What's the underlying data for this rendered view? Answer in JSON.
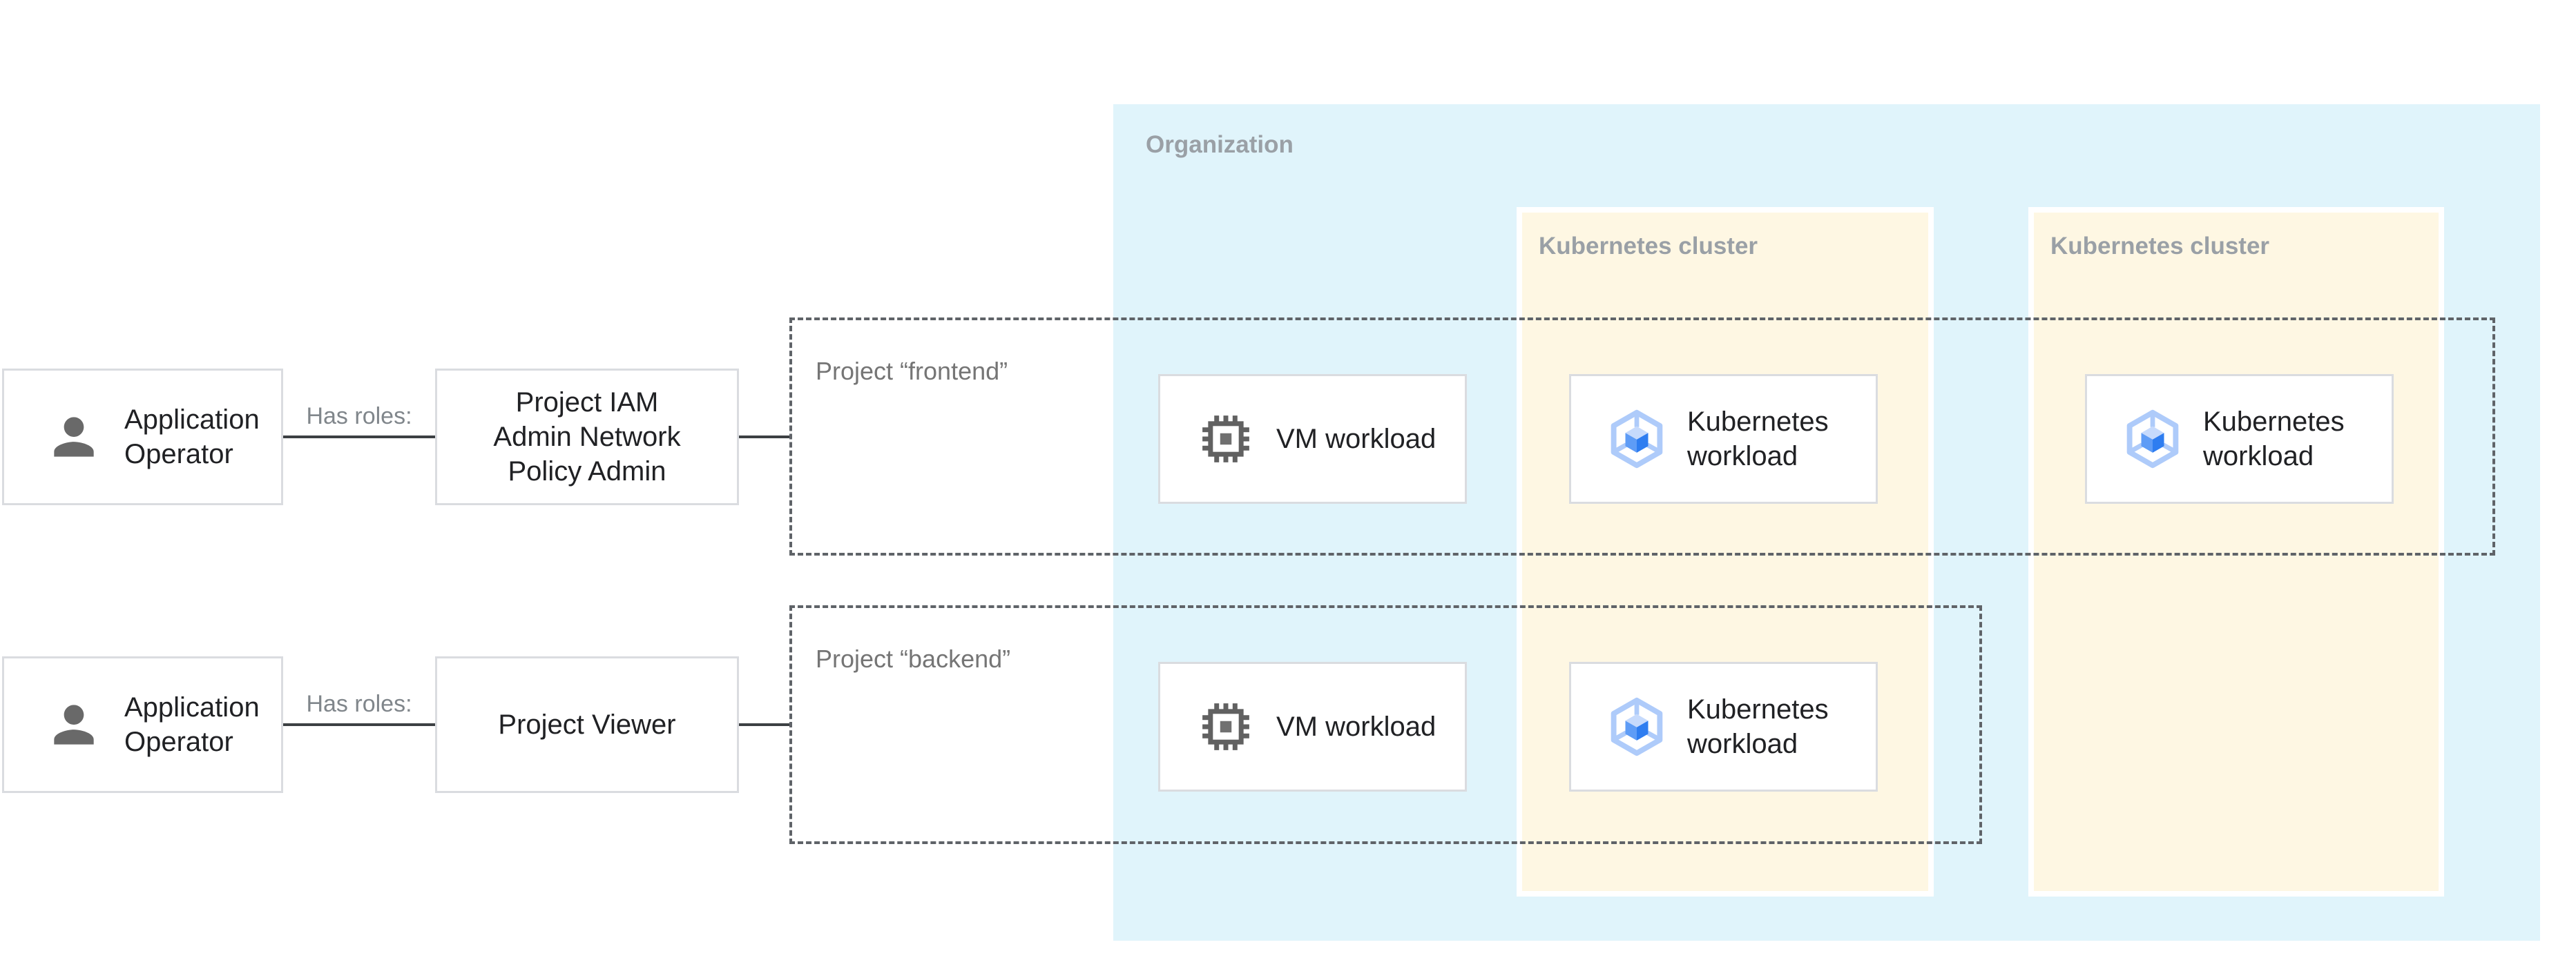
{
  "diagram": {
    "organization": {
      "label": "Organization"
    },
    "clusters": [
      {
        "label": "Kubernetes cluster"
      },
      {
        "label": "Kubernetes cluster"
      }
    ],
    "projects": [
      {
        "label": "Project “frontend”"
      },
      {
        "label": "Project “backend”"
      }
    ],
    "actors": [
      {
        "label": "Application Operator"
      },
      {
        "label": "Application Operator"
      }
    ],
    "roles": [
      {
        "label": "Project IAM Admin Network Policy Admin"
      },
      {
        "label": "Project Viewer"
      }
    ],
    "edges": [
      {
        "label": "Has roles:"
      },
      {
        "label": "Has roles:"
      }
    ],
    "workloads": [
      {
        "icon": "vm-chip-icon",
        "label": "VM workload"
      },
      {
        "icon": "kubernetes-icon",
        "label": "Kubernetes workload"
      },
      {
        "icon": "kubernetes-icon",
        "label": "Kubernetes workload"
      },
      {
        "icon": "vm-chip-icon",
        "label": "VM workload"
      },
      {
        "icon": "kubernetes-icon",
        "label": "Kubernetes workload"
      }
    ],
    "colors": {
      "organization_bg": "#E0F4FB",
      "cluster_bg": "#FEF7E3",
      "box_border": "#DADCE0",
      "dashed_border": "#5F6368",
      "connector": "#3C4043",
      "zone_label": "#9AA0A6",
      "project_label": "#757575",
      "edge_label": "#80868B",
      "text": "#202124",
      "icon_gray": "#696969",
      "chip_gray": "#616161",
      "k8s_hex": "#AECBFA",
      "k8s_top": "#C6DAFC",
      "k8s_left": "#5E9CF6",
      "k8s_right": "#2E7DF0"
    }
  }
}
